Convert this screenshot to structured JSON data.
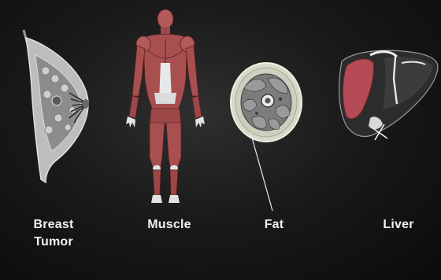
{
  "labels": {
    "breast_tumor_line1": "Breast",
    "breast_tumor_line2": "Tumor",
    "muscle": "Muscle",
    "fat": "Fat",
    "liver": "Liver"
  },
  "illustrations": [
    {
      "name": "breast-tumor-illustration",
      "subject": "Breast Tumor"
    },
    {
      "name": "human-muscle-figure",
      "subject": "Muscle"
    },
    {
      "name": "thigh-cross-section",
      "subject": "Fat"
    },
    {
      "name": "liver-illustration",
      "subject": "Liver"
    }
  ],
  "colors": {
    "background": "#1a1a1a",
    "text": "#f2f2f2",
    "muscle": "#a85050",
    "muscle_dark": "#6e2e2e",
    "tissue_gray": "#8f8f8f",
    "tissue_light": "#d9d9d9",
    "fat_ring": "#cfcfbf",
    "liver_dark": "#3a3a3a",
    "liver_red": "#b44a55"
  }
}
